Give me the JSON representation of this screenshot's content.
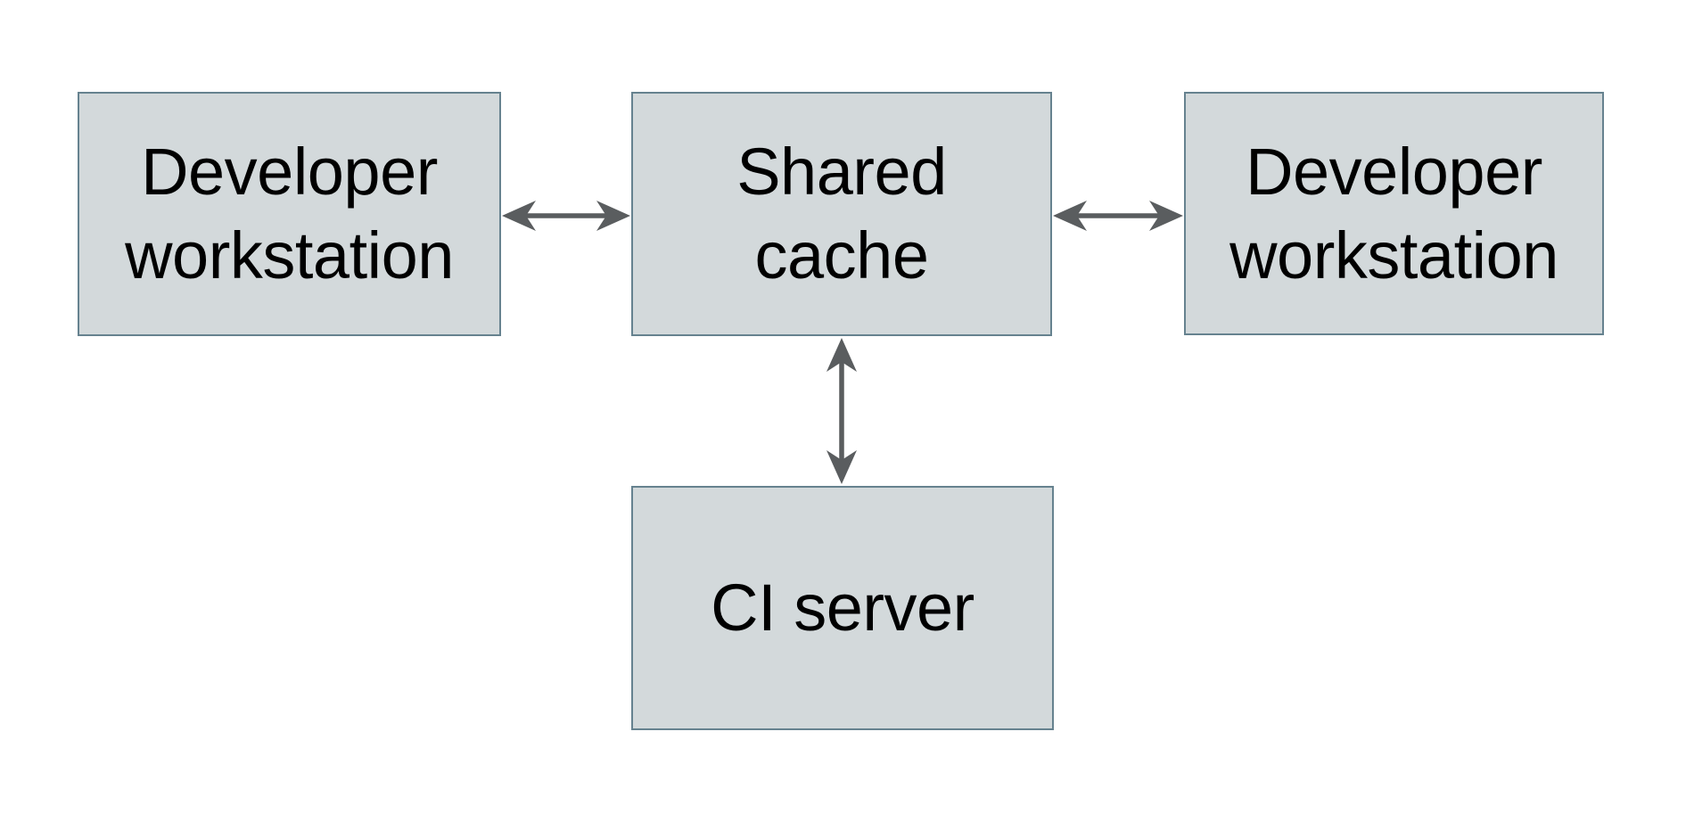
{
  "colors": {
    "background": "#ffffff",
    "node_fill": "#d3d9db",
    "node_border": "#66828f",
    "arrow": "#5a5d5f",
    "text": "#000000"
  },
  "nodes": [
    {
      "id": "developer-workstation-left",
      "label": "Developer workstation",
      "lines": [
        "Developer",
        "workstation"
      ]
    },
    {
      "id": "shared-cache",
      "label": "Shared cache",
      "lines": [
        "Shared",
        "cache"
      ]
    },
    {
      "id": "developer-workstation-right",
      "label": "Developer workstation",
      "lines": [
        "Developer",
        "workstation"
      ]
    },
    {
      "id": "ci-server",
      "label": "CI server",
      "lines": [
        "CI server"
      ]
    }
  ],
  "edges": [
    {
      "from": "developer-workstation-left",
      "to": "shared-cache",
      "direction": "bidirectional"
    },
    {
      "from": "shared-cache",
      "to": "developer-workstation-right",
      "direction": "bidirectional"
    },
    {
      "from": "shared-cache",
      "to": "ci-server",
      "direction": "bidirectional"
    }
  ]
}
